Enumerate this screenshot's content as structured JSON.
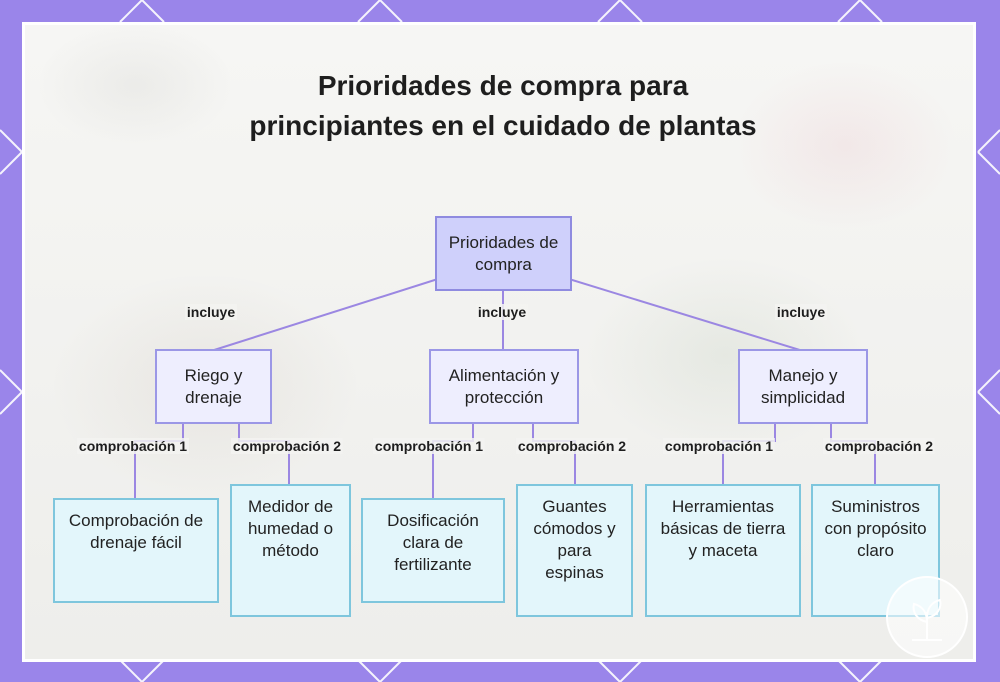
{
  "title": "Prioridades de compra para principiantes en el cuidado de plantas",
  "colors": {
    "frame": "#9a85ea",
    "root_fill": "#cfd0fb",
    "mid_fill": "#eeeefe",
    "leaf_fill": "#e3f6fb",
    "edge": "#9b87e2"
  },
  "root": {
    "label": "Prioridades de compra"
  },
  "branches": [
    {
      "edge_label": "incluye",
      "label": "Riego y drenaje",
      "children": [
        {
          "edge_label": "comprobación 1",
          "label": "Comprobación de drenaje fácil"
        },
        {
          "edge_label": "comprobación 2",
          "label": "Medidor de humedad o método"
        }
      ]
    },
    {
      "edge_label": "incluye",
      "label": "Alimentación y protección",
      "children": [
        {
          "edge_label": "comprobación 1",
          "label": "Dosificación clara de fertilizante"
        },
        {
          "edge_label": "comprobación 2",
          "label": "Guantes cómodos y para espinas"
        }
      ]
    },
    {
      "edge_label": "incluye",
      "label": "Manejo y simplicidad",
      "children": [
        {
          "edge_label": "comprobación 1",
          "label": "Herramientas básicas de tierra y maceta"
        },
        {
          "edge_label": "comprobación 2",
          "label": "Suministros con propósito claro"
        }
      ]
    }
  ]
}
